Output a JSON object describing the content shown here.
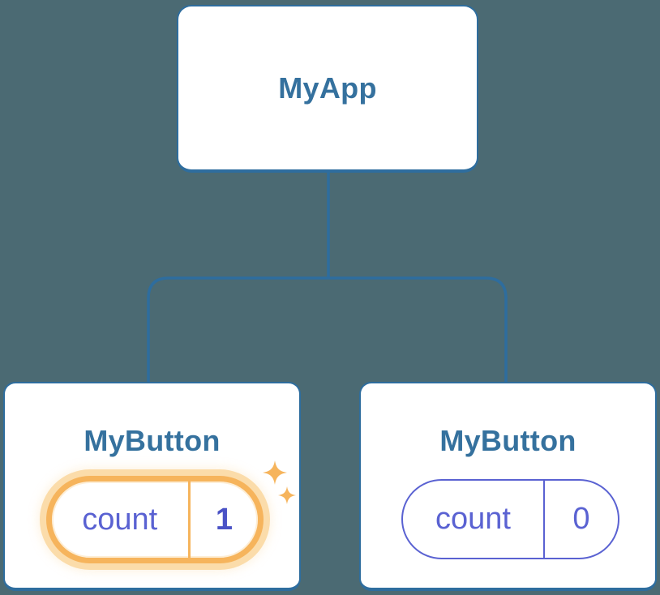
{
  "tree": {
    "root": {
      "label": "MyApp"
    },
    "children": [
      {
        "label": "MyButton",
        "state": {
          "key": "count",
          "value": "1"
        },
        "highlighted": true,
        "icon": "sparkles-icon"
      },
      {
        "label": "MyButton",
        "state": {
          "key": "count",
          "value": "0"
        },
        "highlighted": false
      }
    ]
  },
  "theme": {
    "bg": "#4b6a73",
    "card_bg": "#ffffff",
    "line_blue": "#2e6d9e",
    "title_blue": "#35719e",
    "indigo": "#5a62d2",
    "indigo_dark": "#4a52c6",
    "orange": "#f6b45c",
    "orange_halo": "#fbdcaa"
  }
}
